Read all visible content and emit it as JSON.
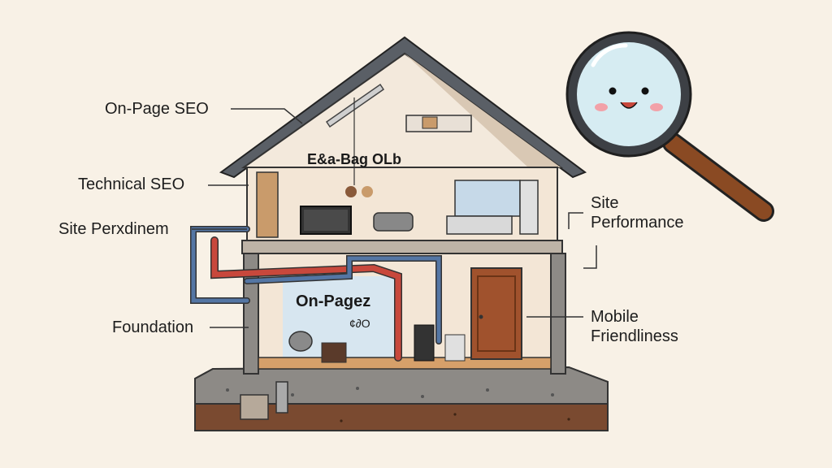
{
  "labels": {
    "on_page_seo": "On-Page SEO",
    "technical_seo": "Technical SEO",
    "site_perf_left": "Site Perxdinem",
    "foundation": "Foundation",
    "site_perf_right_1": "Site",
    "site_perf_right_2": "Performance",
    "mobile_1": "Mobile",
    "mobile_2": "Friendliness"
  },
  "house_text": {
    "attic_sign": "E&a-Bag OLb",
    "ground_sign": "On-Pagez",
    "ground_sub": "¢∂O"
  },
  "colors": {
    "background": "#f8f1e6",
    "roof": "#5a5f66",
    "pipe_red": "#c8483c",
    "pipe_blue": "#5476a4",
    "door": "#a0522d",
    "magnifier_handle": "#8a4a23",
    "soil": "#7a4a30"
  },
  "icons": [
    "magnifying-glass-mascot-icon",
    "house-cross-section-icon"
  ]
}
